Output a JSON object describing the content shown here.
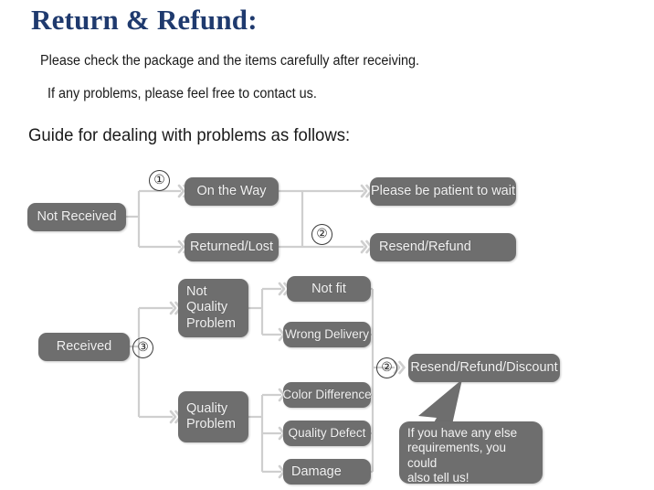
{
  "header": {
    "title": "Return & Refund:",
    "intro_line_1": "Please check the package and the items carefully after receiving.",
    "intro_line_2": "If any problems, please feel free to contact us.",
    "guide_heading": "Guide for dealing with problems as follows:"
  },
  "colors": {
    "title_blue": "#1f3a6e",
    "node_gray": "#6e6e6e",
    "node_text": "#f2f2f2",
    "connector_gray": "#c9c9c9",
    "page_background": "#ffffff",
    "body_text": "#1a1a1a"
  },
  "flowchart": {
    "branch_not_received": {
      "root": "Not Received",
      "step_marker": "①",
      "children": [
        {
          "label": "On the Way",
          "outcome": "Please be patient to wait"
        },
        {
          "label": "Returned/Lost",
          "outcome": "Resend/Refund"
        }
      ],
      "outcome_step_marker": "②"
    },
    "branch_received": {
      "root": "Received",
      "step_marker": "③",
      "categories": [
        {
          "label": "Not\nQuality\nProblem",
          "label_line_1": "Not",
          "label_line_2": "Quality",
          "label_line_3": "Problem",
          "reasons": [
            "Not fit",
            "Wrong Delivery"
          ]
        },
        {
          "label": "Quality\nProblem",
          "label_line_1": "Quality",
          "label_line_2": "Problem",
          "reasons": [
            "Color Difference",
            "Quality Defect",
            "Damage"
          ]
        }
      ],
      "outcome": "Resend/Refund/Discount",
      "outcome_step_marker": "②"
    },
    "callout": {
      "line_1": "If you have any else",
      "line_2": "requirements, you could",
      "line_3": "also tell us!"
    }
  }
}
